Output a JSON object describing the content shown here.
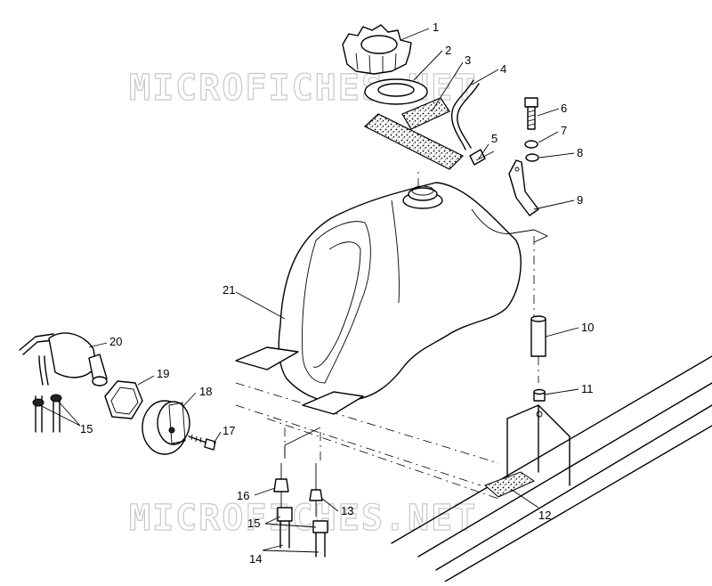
{
  "watermark_top": "MICROFICHES.NET",
  "watermark_bottom": "MICROFICHES.NET",
  "callouts": [
    "1",
    "2",
    "3",
    "4",
    "5",
    "6",
    "7",
    "8",
    "9",
    "10",
    "11",
    "12",
    "13",
    "14",
    "15",
    "15",
    "16",
    "17",
    "18",
    "19",
    "20",
    "21"
  ]
}
